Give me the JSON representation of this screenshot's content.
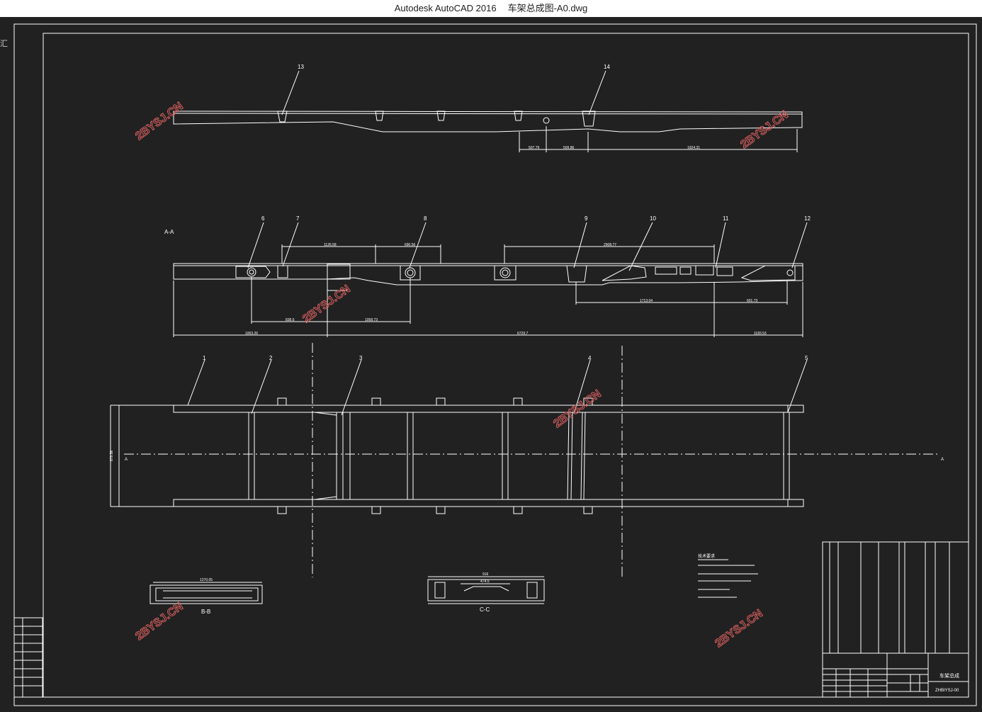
{
  "window": {
    "app_title": "Autodesk AutoCAD 2016",
    "file_name": "车架总成图-A0.dwg",
    "side_tab": "汇"
  },
  "colors": {
    "background": "#212121",
    "linework": "#ffffff",
    "watermark": "#d95f5f",
    "titlebar": "#ffffff"
  },
  "drawing": {
    "watermark": "2BYSJ.CN",
    "section_aa": "A-A",
    "section_bb": "B-B",
    "section_cc": "C-C",
    "callouts_top": [
      "13",
      "14"
    ],
    "callouts_mid": [
      "6",
      "7",
      "8",
      "9",
      "10",
      "11",
      "12"
    ],
    "callouts_plan": [
      "1",
      "2",
      "3",
      "4",
      "5"
    ],
    "dims_top": [
      "507.79",
      "509.86",
      "1924.31"
    ],
    "dims_mid_upper": [
      "1126.58",
      "690.56",
      "2908.77"
    ],
    "dims_mid_lower": [
      "838.6",
      "1058.73",
      "1713.04",
      "601.73"
    ],
    "dims_overall": [
      "1003.26",
      "6729.7",
      "1183.53"
    ],
    "dim_plan_width": "879.56",
    "dim_bb": "1270.05",
    "dim_cc_outer": "916",
    "dim_cc_inner": "474.5",
    "plan_axis_end": "A",
    "notes_title": "技术要求",
    "title_block_name": "车架总成",
    "title_block_code": "ZHBIYSJ-00"
  }
}
